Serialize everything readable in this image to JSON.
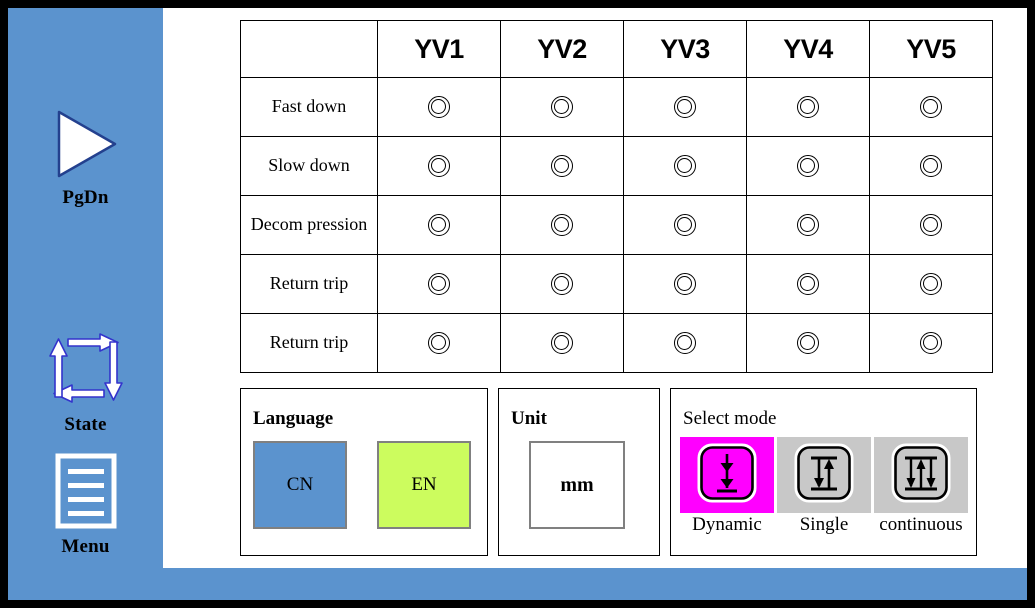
{
  "theme": {
    "frame_color": "#000000",
    "sidebar_color": "#5b93ce",
    "panel_color": "#ffffff",
    "selected_lang_color": "#ccfc5e",
    "unselected_lang_color": "#5b93ce",
    "selected_mode_color": "#ff00ff",
    "unselected_mode_color": "#c8c8c8",
    "button_border_color": "#808080"
  },
  "sidebar": {
    "items": [
      {
        "id": "pgdn",
        "label": "PgDn",
        "icon": "play-triangle-icon"
      },
      {
        "id": "state",
        "label": "State",
        "icon": "cycle-arrows-icon"
      },
      {
        "id": "menu",
        "label": "Menu",
        "icon": "list-document-icon"
      }
    ]
  },
  "valve_table": {
    "corner_label": "",
    "columns": [
      "YV1",
      "YV2",
      "YV3",
      "YV4",
      "YV5"
    ],
    "rows": [
      {
        "label": "Fast down",
        "leds": [
          "off",
          "off",
          "off",
          "off",
          "off"
        ]
      },
      {
        "label": "Slow down",
        "leds": [
          "off",
          "off",
          "off",
          "off",
          "off"
        ]
      },
      {
        "label": "Decom pression",
        "leds": [
          "off",
          "off",
          "off",
          "off",
          "off"
        ]
      },
      {
        "label": "Return trip",
        "leds": [
          "off",
          "off",
          "off",
          "off",
          "off"
        ]
      },
      {
        "label": "Return trip",
        "leds": [
          "off",
          "off",
          "off",
          "off",
          "off"
        ]
      }
    ]
  },
  "language_panel": {
    "title": "Language",
    "options": [
      {
        "id": "cn",
        "label": "CN",
        "selected": false
      },
      {
        "id": "en",
        "label": "EN",
        "selected": true
      }
    ]
  },
  "unit_panel": {
    "title": "Unit",
    "value": "mm"
  },
  "mode_panel": {
    "title": "Select mode",
    "options": [
      {
        "id": "dynamic",
        "label": "Dynamic",
        "icon": "double-down-arrow-icon",
        "selected": true
      },
      {
        "id": "single",
        "label": "Single",
        "icon": "up-down-arrow-icon",
        "selected": false
      },
      {
        "id": "continuous",
        "label": "continuous",
        "icon": "triple-arrow-icon",
        "selected": false
      }
    ]
  }
}
